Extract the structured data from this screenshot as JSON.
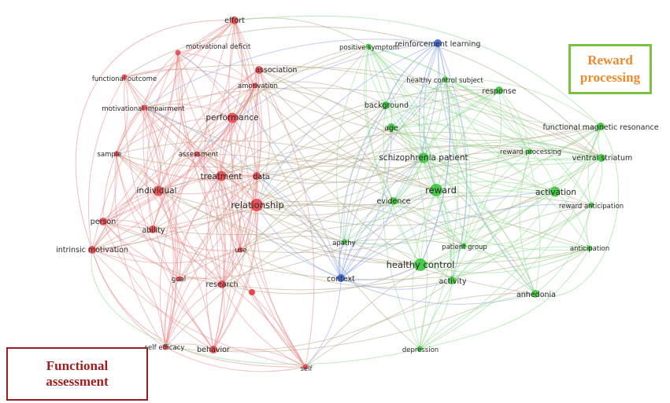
{
  "colors": {
    "red": "#e8484f",
    "green": "#3cc63c",
    "blue": "#3a62d9",
    "red_edge": "#ec8c8c",
    "green_edge": "#8fdc8f",
    "blue_edge": "#8aa6ea",
    "mixed_edge": "#b7a889"
  },
  "clusters": {
    "functional_assessment": {
      "title_line1": "Functional",
      "title_line2": "assessment"
    },
    "reward_processing": {
      "title_line1": "Reward",
      "title_line2": "processing"
    }
  },
  "nodes": [
    {
      "id": "effort",
      "label": "effort",
      "cluster": "red",
      "weight": 2
    },
    {
      "id": "motivational_deficit",
      "label": "motivational deficit",
      "cluster": "red",
      "weight": 1
    },
    {
      "id": "association",
      "label": "association",
      "cluster": "red",
      "weight": 2
    },
    {
      "id": "amotivation",
      "label": "amotivation",
      "cluster": "red",
      "weight": 1
    },
    {
      "id": "functional_outcome",
      "label": "functional outcome",
      "cluster": "red",
      "weight": 1
    },
    {
      "id": "motivational_impairment",
      "label": "motivational impairment",
      "cluster": "red",
      "weight": 1
    },
    {
      "id": "performance",
      "label": "performance",
      "cluster": "red",
      "weight": 3
    },
    {
      "id": "sample",
      "label": "sample",
      "cluster": "red",
      "weight": 1
    },
    {
      "id": "assessment",
      "label": "assessment",
      "cluster": "red",
      "weight": 1
    },
    {
      "id": "treatment",
      "label": "treatment",
      "cluster": "red",
      "weight": 3
    },
    {
      "id": "data",
      "label": "data",
      "cluster": "red",
      "weight": 2
    },
    {
      "id": "individual",
      "label": "individual",
      "cluster": "red",
      "weight": 3
    },
    {
      "id": "relationship",
      "label": "relationship",
      "cluster": "red",
      "weight": 4
    },
    {
      "id": "person",
      "label": "person",
      "cluster": "red",
      "weight": 2
    },
    {
      "id": "ability",
      "label": "ability",
      "cluster": "red",
      "weight": 2
    },
    {
      "id": "intrinsic_motivation",
      "label": "intrinsic motivation",
      "cluster": "red",
      "weight": 2
    },
    {
      "id": "use",
      "label": "use",
      "cluster": "red",
      "weight": 1
    },
    {
      "id": "goal",
      "label": "goal",
      "cluster": "red",
      "weight": 1
    },
    {
      "id": "research",
      "label": "research",
      "cluster": "red",
      "weight": 2
    },
    {
      "id": "self_efficacy",
      "label": "self efficacy",
      "cluster": "red",
      "weight": 1
    },
    {
      "id": "behavior",
      "label": "behavior",
      "cluster": "red",
      "weight": 2
    },
    {
      "id": "self",
      "label": "self",
      "cluster": "red",
      "weight": 1
    },
    {
      "id": "positive_symptom",
      "label": "positive symptom",
      "cluster": "green",
      "weight": 1
    },
    {
      "id": "reinforcement_learning",
      "label": "reinforcement learning",
      "cluster": "blue",
      "weight": 2
    },
    {
      "id": "healthy_control_subject",
      "label": "healthy control subject",
      "cluster": "green",
      "weight": 1
    },
    {
      "id": "response",
      "label": "response",
      "cluster": "green",
      "weight": 2
    },
    {
      "id": "background",
      "label": "background",
      "cluster": "green",
      "weight": 2
    },
    {
      "id": "age",
      "label": "age",
      "cluster": "green",
      "weight": 2
    },
    {
      "id": "functional_mri",
      "label": "functional magnetic resonance",
      "cluster": "green",
      "weight": 2
    },
    {
      "id": "schizophrenia_patient",
      "label": "schizophrenia patient",
      "cluster": "green",
      "weight": 3
    },
    {
      "id": "reward_processing",
      "label": "reward processing",
      "cluster": "green",
      "weight": 1
    },
    {
      "id": "ventral_striatum",
      "label": "ventral striatum",
      "cluster": "green",
      "weight": 2
    },
    {
      "id": "reward",
      "label": "reward",
      "cluster": "green",
      "weight": 4
    },
    {
      "id": "evidence",
      "label": "evidence",
      "cluster": "green",
      "weight": 2
    },
    {
      "id": "activation",
      "label": "activation",
      "cluster": "green",
      "weight": 3
    },
    {
      "id": "reward_anticipation",
      "label": "reward anticipation",
      "cluster": "green",
      "weight": 1
    },
    {
      "id": "apathy",
      "label": "apathy",
      "cluster": "green",
      "weight": 1
    },
    {
      "id": "patient_group",
      "label": "patient group",
      "cluster": "green",
      "weight": 1
    },
    {
      "id": "anticipation",
      "label": "anticipation",
      "cluster": "green",
      "weight": 1
    },
    {
      "id": "healthy_control",
      "label": "healthy control",
      "cluster": "green",
      "weight": 4
    },
    {
      "id": "context",
      "label": "context",
      "cluster": "blue",
      "weight": 2
    },
    {
      "id": "activity",
      "label": "activity",
      "cluster": "green",
      "weight": 2
    },
    {
      "id": "anhedonia",
      "label": "anhedonia",
      "cluster": "green",
      "weight": 2
    },
    {
      "id": "depression",
      "label": "depression",
      "cluster": "green",
      "weight": 1
    }
  ]
}
